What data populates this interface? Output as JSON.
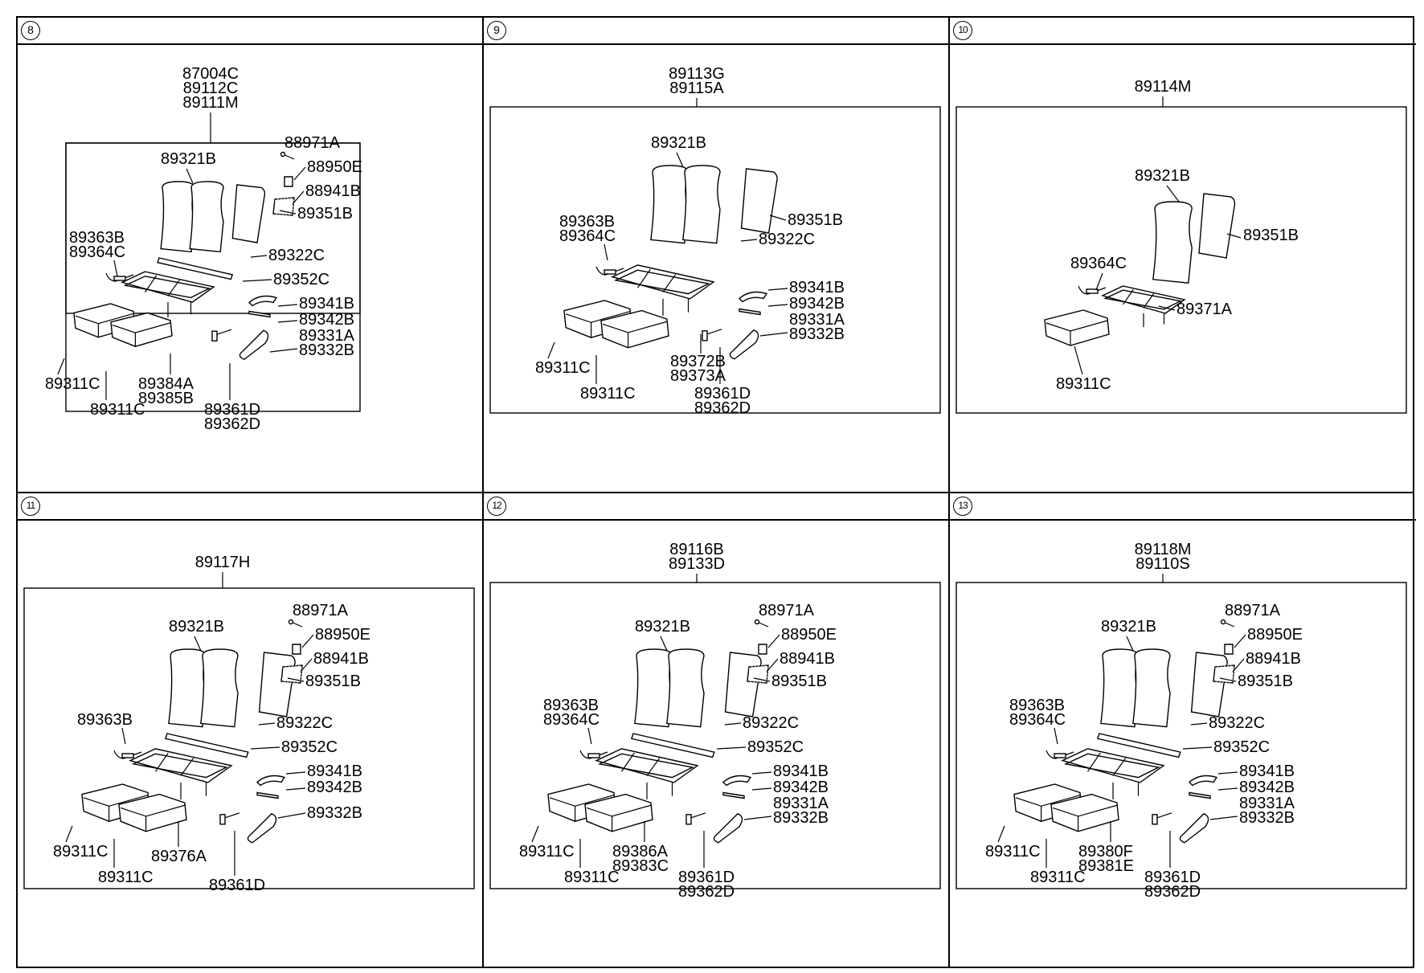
{
  "panels": [
    {
      "number": "8",
      "assembly": [
        "87004C",
        "89112C",
        "89111M"
      ],
      "labels": {
        "backrest": "89321B",
        "hook_bolt": "88971A",
        "hook": "88950E",
        "net": "88941B",
        "back_cover": "89351B",
        "back_lower": "89322C",
        "cover_strip": "89352C",
        "recliner_a": "89363B",
        "recliner_b": "89364C",
        "armrest_pad": "89341B",
        "armrest_bracket": "89342B",
        "armrest_a": "89331A",
        "armrest_b": "89332B",
        "cushion_right": "89311C",
        "cushion_left": "89311C",
        "leg_a": "89384A",
        "leg_b": "89385B",
        "belt_a": "89361D",
        "belt_b": "89362D"
      }
    },
    {
      "number": "9",
      "assembly": [
        "89113G",
        "89115A"
      ],
      "labels": {
        "backrest": "89321B",
        "back_cover": "89351B",
        "back_lower": "89322C",
        "recliner_a": "89363B",
        "recliner_b": "89364C",
        "armrest_pad": "89341B",
        "armrest_bracket": "89342B",
        "armrest_a": "89331A",
        "armrest_b": "89332B",
        "cushion_right": "89311C",
        "cushion_left": "89311C",
        "frame_a": "89372B",
        "frame_b": "89373A",
        "belt_a": "89361D",
        "belt_b": "89362D"
      }
    },
    {
      "number": "10",
      "assembly": [
        "89114M"
      ],
      "labels": {
        "backrest": "89321B",
        "back_cover": "89351B",
        "recliner_b": "89364C",
        "frame": "89371A",
        "cushion": "89311C"
      }
    },
    {
      "number": "11",
      "assembly": [
        "89117H"
      ],
      "labels": {
        "backrest": "89321B",
        "hook_bolt": "88971A",
        "hook": "88950E",
        "net": "88941B",
        "back_cover": "89351B",
        "back_lower": "89322C",
        "cover_strip": "89352C",
        "recliner_a": "89363B",
        "armrest_pad": "89341B",
        "armrest_bracket": "89342B",
        "armrest_b": "89332B",
        "cushion_right": "89311C",
        "cushion_left": "89311C",
        "leg_a": "89376A",
        "belt_a": "89361D"
      }
    },
    {
      "number": "12",
      "assembly": [
        "89116B",
        "89133D"
      ],
      "labels": {
        "backrest": "89321B",
        "hook_bolt": "88971A",
        "hook": "88950E",
        "net": "88941B",
        "back_cover": "89351B",
        "back_lower": "89322C",
        "cover_strip": "89352C",
        "recliner_a": "89363B",
        "recliner_b": "89364C",
        "armrest_pad": "89341B",
        "armrest_bracket": "89342B",
        "armrest_a": "89331A",
        "armrest_b": "89332B",
        "cushion_right": "89311C",
        "cushion_left": "89311C",
        "leg_a": "89386A",
        "leg_b": "89383C",
        "belt_a": "89361D",
        "belt_b": "89362D"
      }
    },
    {
      "number": "13",
      "assembly": [
        "89118M",
        "89110S"
      ],
      "labels": {
        "backrest": "89321B",
        "hook_bolt": "88971A",
        "hook": "88950E",
        "net": "88941B",
        "back_cover": "89351B",
        "back_lower": "89322C",
        "cover_strip": "89352C",
        "recliner_a": "89363B",
        "recliner_b": "89364C",
        "armrest_pad": "89341B",
        "armrest_bracket": "89342B",
        "armrest_a": "89331A",
        "armrest_b": "89332B",
        "cushion_right": "89311C",
        "cushion_left": "89311C",
        "leg_a": "89380F",
        "leg_b": "89381E",
        "belt_a": "89361D",
        "belt_b": "89362D"
      }
    }
  ]
}
